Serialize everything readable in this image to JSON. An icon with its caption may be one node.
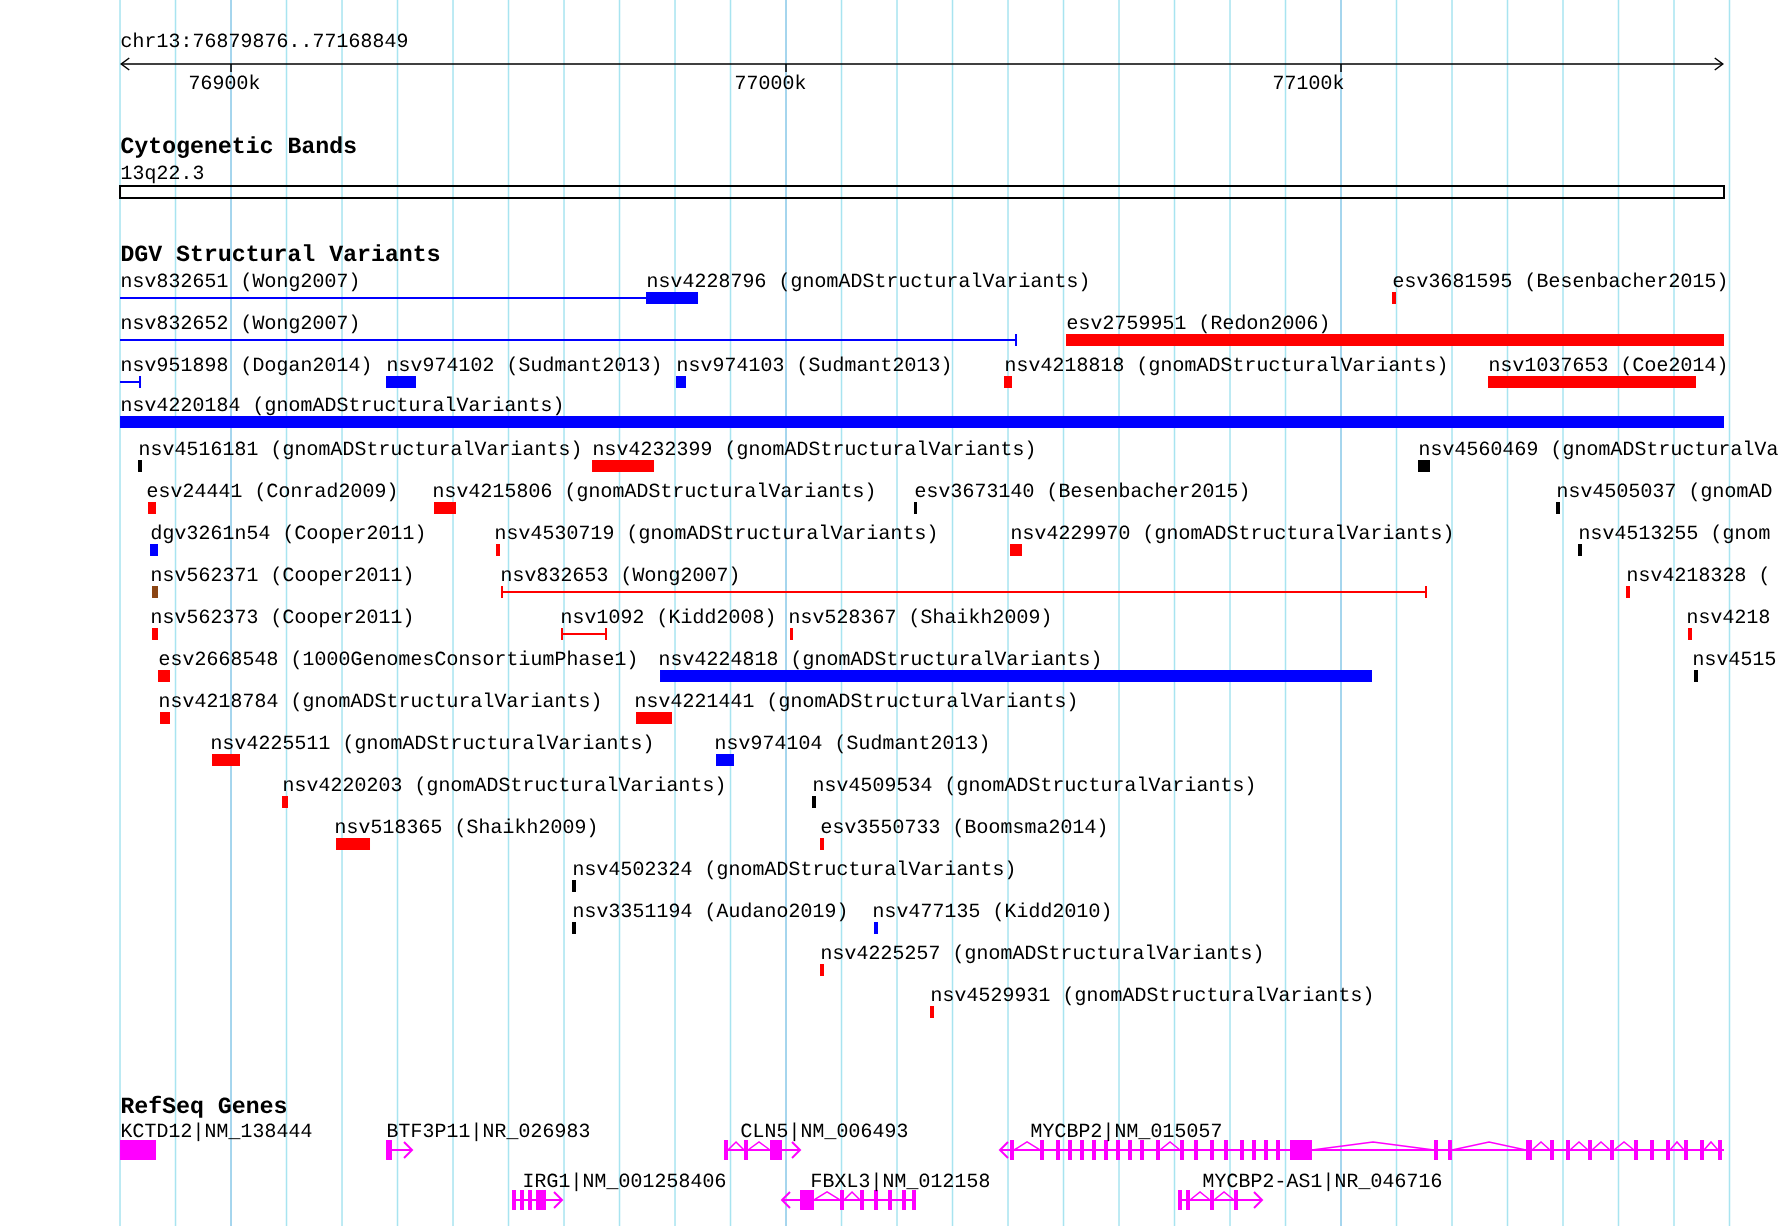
{
  "diagram": {
    "labels": [
      "chr13:76879876..77168849",
      "76900k",
      "77000k",
      "77100k",
      "Cytogenetic Bands",
      "13q22.3",
      "DGV Structural Variants",
      "nsv832651 (Wong2007)",
      "nsv4228796 (gnomADStructuralVariants)",
      "esv3681595 (Besenbacher2015)",
      "nsv832652 (Wong2007)",
      "esv2759951 (Redon2006)",
      "nsv951898 (Dogan2014)",
      "nsv974102 (Sudmant2013)",
      "nsv974103 (Sudmant2013)",
      "nsv4218818 (gnomADStructuralVariants)",
      "nsv1037653 (Coe2014)",
      "nsv4220184 (gnomADStructuralVariants)",
      "nsv4516181 (gnomADStructuralVariants)",
      "nsv4232399 (gnomADStructuralVariants)",
      "nsv4560469 (gnomADStructuralVa",
      "esv24441 (Conrad2009)",
      "nsv4215806 (gnomADStructuralVariants)",
      "esv3673140 (Besenbacher2015)",
      "nsv4505037 (gnomAD",
      "dgv3261n54 (Cooper2011)",
      "nsv4530719 (gnomADStructuralVariants)",
      "nsv4229970 (gnomADStructuralVariants)",
      "nsv4513255 (gnom",
      "nsv562371 (Cooper2011)",
      "nsv832653 (Wong2007)",
      "nsv4218328 (",
      "nsv562373 (Cooper2011)",
      "nsv1092 (Kidd2008)",
      "nsv528367 (Shaikh2009)",
      "nsv4218",
      "esv2668548 (1000GenomesConsortiumPhase1)",
      "nsv4224818 (gnomADStructuralVariants)",
      "nsv4515",
      "nsv4218784 (gnomADStructuralVariants)",
      "nsv4221441 (gnomADStructuralVariants)",
      "nsv4225511 (gnomADStructuralVariants)",
      "nsv974104 (Sudmant2013)",
      "nsv4220203 (gnomADStructuralVariants)",
      "nsv4509534 (gnomADStructuralVariants)",
      "nsv518365 (Shaikh2009)",
      "esv3550733 (Boomsma2014)",
      "nsv4502324 (gnomADStructuralVariants)",
      "nsv3351194 (Audano2019)",
      "nsv477135 (Kidd2010)",
      "nsv4225257 (gnomADStructuralVariants)",
      "nsv4529931 (gnomADStructuralVariants)",
      "RefSeq Genes",
      "KCTD12|NM_138444",
      "BTF3P11|NR_026983",
      "CLN5|NM_006493",
      "MYCBP2|NM_015057",
      "IRG1|NM_001258406",
      "FBXL3|NM_012158",
      "MYCBP2-AS1|NR_046716"
    ]
  }
}
